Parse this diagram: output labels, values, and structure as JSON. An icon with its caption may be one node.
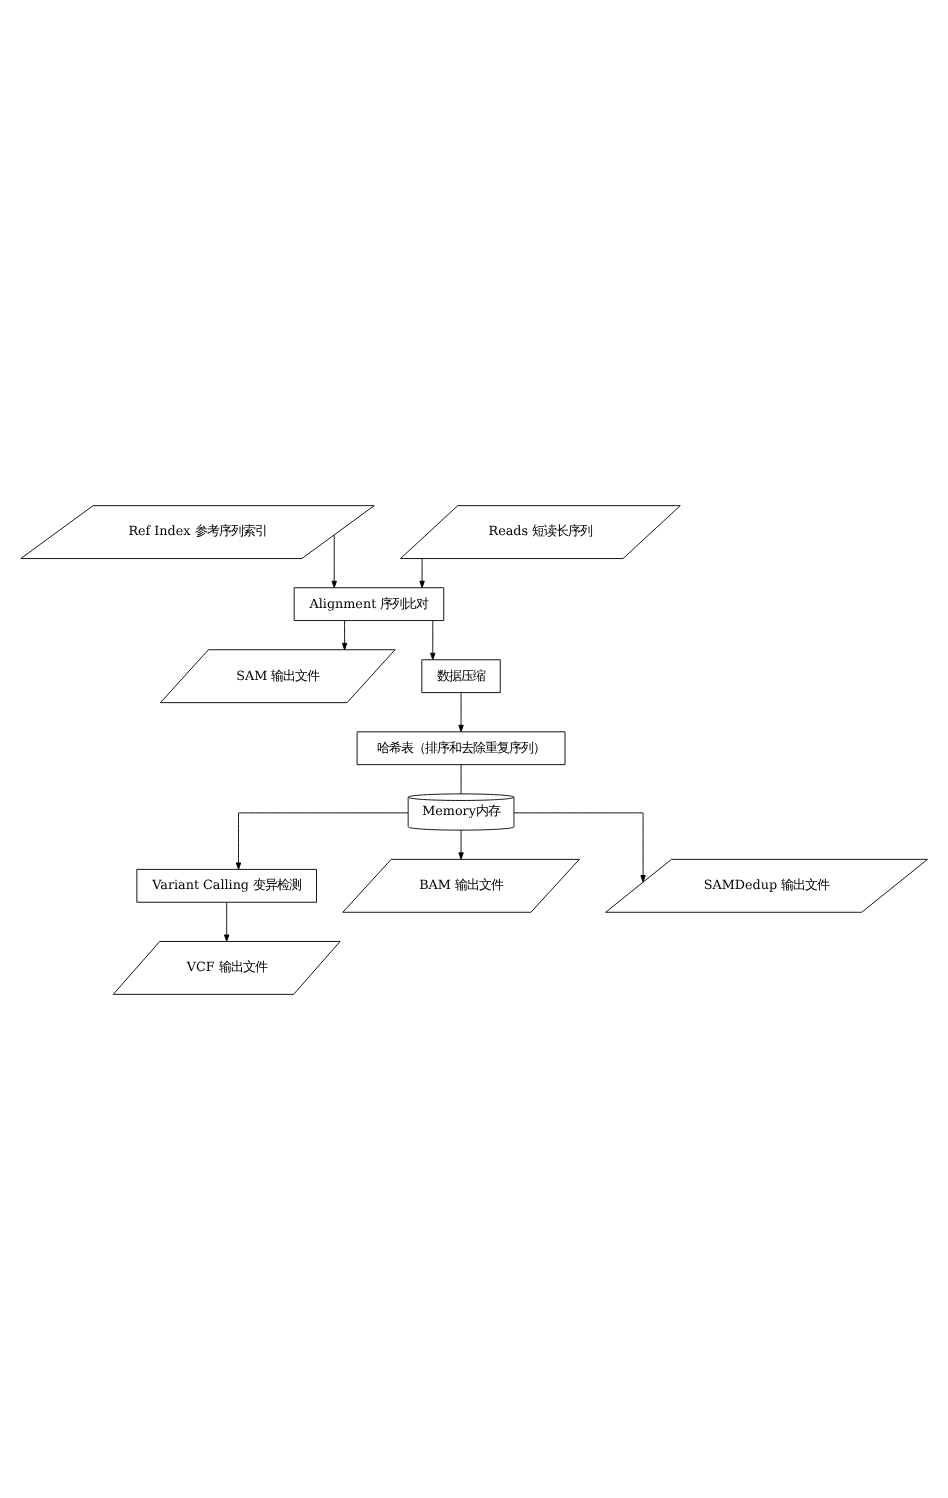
{
  "diagram": {
    "nodes": [
      {
        "text": [
          "Ref Index 参考序列索引"
        ]
      },
      {
        "text": [
          "Reads 短读长序列"
        ]
      },
      {
        "text": [
          "Alignment 序列比对"
        ]
      },
      {
        "text": [
          "SAM 输出文件"
        ]
      },
      {
        "text": [
          "数据压缩"
        ]
      },
      {
        "text": [
          "哈希表（排序和去除重复序列）"
        ]
      },
      {
        "text": [
          "Memory内存"
        ]
      },
      {
        "text": [
          "Variant Calling 变异检测"
        ]
      },
      {
        "text": [
          "VCF 输出文件"
        ]
      },
      {
        "text": [
          "BAM 输出文件"
        ]
      },
      {
        "text": [
          "SAMDedup 输出文件"
        ]
      }
    ],
    "edges": [
      {
        "from": 0,
        "to": 2,
        "arrow": "to"
      },
      {
        "from": 1,
        "to": 2,
        "arrow": "to"
      },
      {
        "from": 2,
        "to": 4,
        "arrow": "to"
      },
      {
        "from": 2,
        "to": 3,
        "arrow": "to"
      },
      {
        "from": 4,
        "to": 5,
        "arrow": "to"
      },
      {
        "from": 5,
        "to": 6,
        "arrow": "none"
      },
      {
        "from": 6,
        "to": 7,
        "arrow": "to"
      },
      {
        "from": 7,
        "to": 8,
        "arrow": "to"
      },
      {
        "from": 6,
        "to": 9,
        "arrow": "to"
      },
      {
        "from": 6,
        "to": 10,
        "arrow": "to"
      }
    ]
  }
}
